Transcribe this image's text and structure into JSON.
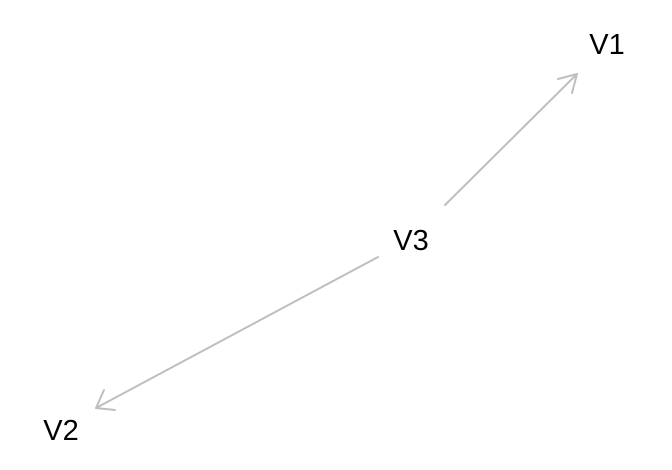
{
  "diagram": {
    "nodes": [
      {
        "id": "V1",
        "label": "V1"
      },
      {
        "id": "V2",
        "label": "V2"
      },
      {
        "id": "V3",
        "label": "V3"
      }
    ],
    "edges": [
      {
        "from": "V3",
        "to": "V1"
      },
      {
        "from": "V3",
        "to": "V2"
      }
    ],
    "edge_color": "#bebebe",
    "text_color": "#000000",
    "background": "#ffffff"
  }
}
